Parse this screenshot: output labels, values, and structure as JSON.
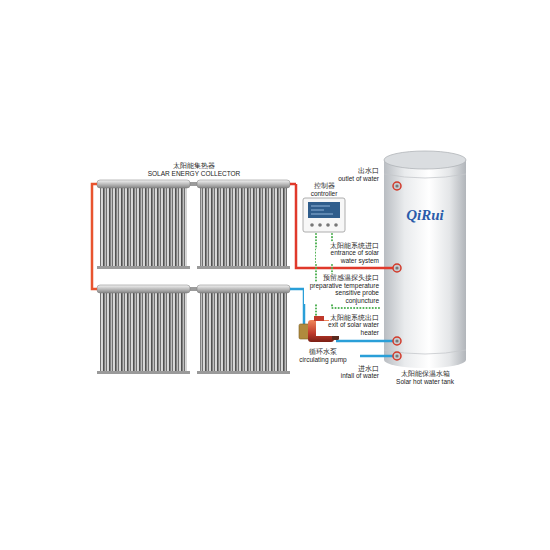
{
  "diagram": {
    "nodes": [
      {
        "text": [
          "太阳能集热器",
          "SOLAR ENERGY COLLECTOR"
        ]
      },
      {
        "text": [
          "控制器",
          "controller"
        ]
      },
      {
        "text": [
          "QiRui",
          "太阳能保温水箱",
          "Solar hot water tank"
        ]
      },
      {
        "text": [
          "循环水泵",
          "circulating pump"
        ]
      }
    ],
    "edges": [
      {
        "from": 0,
        "to": 2,
        "arrow": "none"
      },
      {
        "from": 2,
        "to": 3,
        "arrow": "none"
      },
      {
        "from": 3,
        "to": 0,
        "arrow": "none"
      },
      {
        "from": 1,
        "to": 2,
        "arrow": "none"
      },
      {
        "from": 1,
        "to": 3,
        "arrow": "none"
      }
    ],
    "labels": [
      "出水口",
      "outlet of water",
      "太阳能系统进口",
      "entrance of solar water system",
      "预留感温探头接口",
      "preparative temperature sensitive probe conjuncture",
      "太阳能系统出口",
      "exit of solar water heater",
      "进水口",
      "infall of water"
    ]
  }
}
